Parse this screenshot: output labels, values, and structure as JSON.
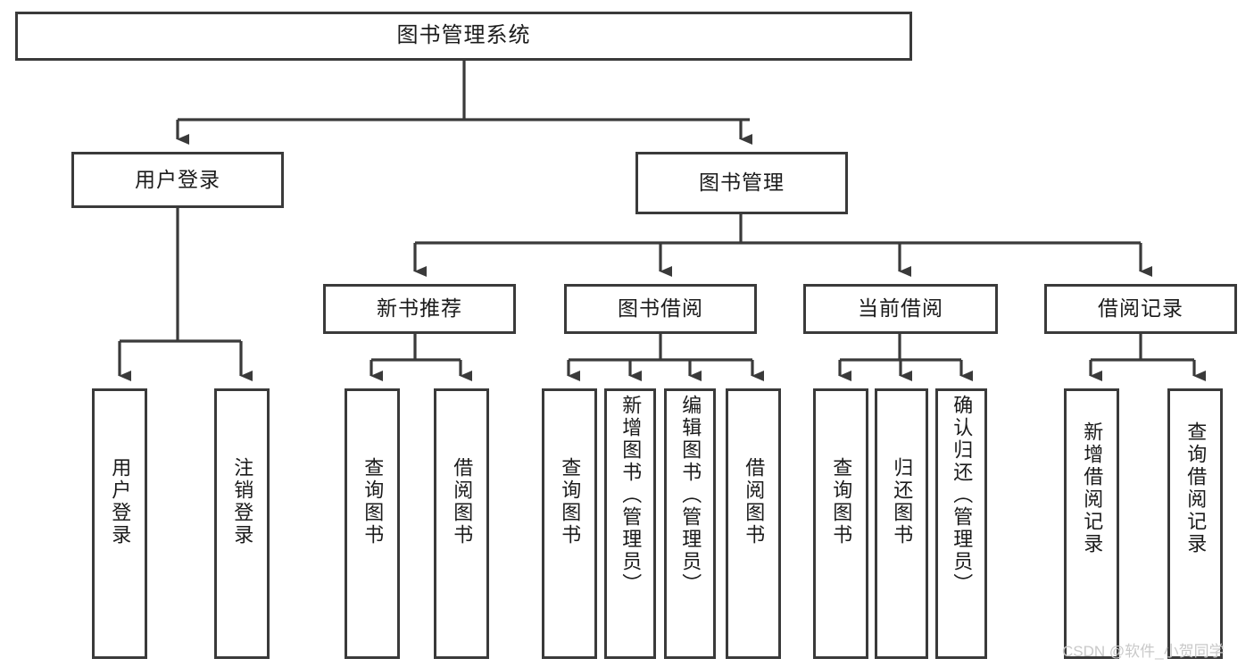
{
  "diagram": {
    "title": "图书管理系统",
    "watermark": "CSDN @软件_小贺同学",
    "colors": {
      "stroke": "#3a3a3a",
      "background": "#ffffff",
      "text": "#1b1b1b",
      "watermark": "#c9c9c9"
    },
    "nodes": {
      "root": {
        "label": "图书管理系统"
      },
      "level2": [
        {
          "id": "user-login",
          "label": "用户登录"
        },
        {
          "id": "book-manage",
          "label": "图书管理"
        }
      ],
      "level3": [
        {
          "id": "new-book-recommend",
          "label": "新书推荐"
        },
        {
          "id": "book-borrow",
          "label": "图书借阅"
        },
        {
          "id": "current-borrow",
          "label": "当前借阅"
        },
        {
          "id": "borrow-record",
          "label": "借阅记录"
        }
      ],
      "leaves": {
        "user_login": [
          {
            "id": "leaf-user-login",
            "label": "用户登录"
          },
          {
            "id": "leaf-logout-login",
            "label": "注销登录"
          }
        ],
        "new_book_recommend": [
          {
            "id": "leaf-query-book-1",
            "label": "查询图书"
          },
          {
            "id": "leaf-borrow-book-1",
            "label": "借阅图书"
          }
        ],
        "book_borrow": [
          {
            "id": "leaf-query-book-2",
            "label": "查询图书"
          },
          {
            "id": "leaf-add-book",
            "label": "新增图书（管理员）"
          },
          {
            "id": "leaf-edit-book",
            "label": "编辑图书（管理员）"
          },
          {
            "id": "leaf-borrow-book-2",
            "label": "借阅图书"
          }
        ],
        "current_borrow": [
          {
            "id": "leaf-query-book-3",
            "label": "查询图书"
          },
          {
            "id": "leaf-return-book",
            "label": "归还图书"
          },
          {
            "id": "leaf-confirm-return",
            "label": "确认归还（管理员）"
          }
        ],
        "borrow_record": [
          {
            "id": "leaf-add-record",
            "label": "新增借阅记录"
          },
          {
            "id": "leaf-query-record",
            "label": "查询借阅记录"
          }
        ]
      }
    }
  }
}
